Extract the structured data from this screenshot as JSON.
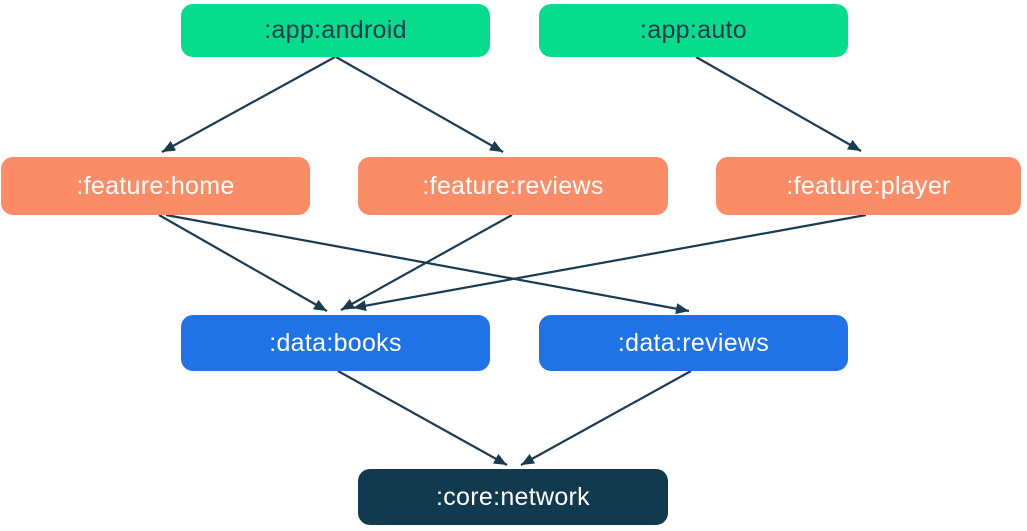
{
  "diagram": {
    "title": "gradle-module-dependency-graph",
    "background": "#FFFFFF",
    "arrow_color": "#1A3C52",
    "groups": {
      "app": {
        "fill": "#05DD8C",
        "text": "#17384D"
      },
      "feature": {
        "fill": "#FB8C66",
        "text": "#FFFFFF"
      },
      "data": {
        "fill": "#2073E6",
        "text": "#FFFFFF"
      },
      "core": {
        "fill": "#123A4E",
        "text": "#FFFFFF"
      }
    },
    "nodes": [
      {
        "id": ":app:android",
        "label": ":app:android",
        "group": "app"
      },
      {
        "id": ":app:auto",
        "label": ":app:auto",
        "group": "app"
      },
      {
        "id": ":feature:home",
        "label": ":feature:home",
        "group": "feature"
      },
      {
        "id": ":feature:reviews",
        "label": ":feature:reviews",
        "group": "feature"
      },
      {
        "id": ":feature:player",
        "label": ":feature:player",
        "group": "feature"
      },
      {
        "id": ":data:books",
        "label": ":data:books",
        "group": "data"
      },
      {
        "id": ":data:reviews",
        "label": ":data:reviews",
        "group": "data"
      },
      {
        "id": ":core:network",
        "label": ":core:network",
        "group": "core"
      }
    ],
    "edges": [
      {
        "from": ":app:android",
        "to": ":feature:home"
      },
      {
        "from": ":app:android",
        "to": ":feature:reviews"
      },
      {
        "from": ":app:auto",
        "to": ":feature:player"
      },
      {
        "from": ":feature:home",
        "to": ":data:books"
      },
      {
        "from": ":feature:home",
        "to": ":data:reviews"
      },
      {
        "from": ":feature:reviews",
        "to": ":data:books"
      },
      {
        "from": ":feature:player",
        "to": ":data:books"
      },
      {
        "from": ":data:books",
        "to": ":core:network"
      },
      {
        "from": ":data:reviews",
        "to": ":core:network"
      }
    ]
  }
}
